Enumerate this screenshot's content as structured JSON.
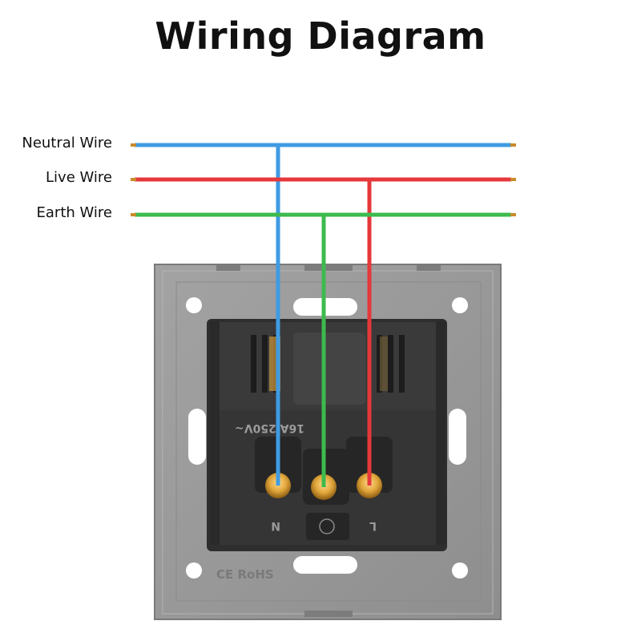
{
  "title": "Wiring Diagram",
  "wires": [
    {
      "label": "Neutral Wire",
      "color": "#3f9be3"
    },
    {
      "label": "Live Wire",
      "color": "#e5383b"
    },
    {
      "label": "Earth Wire",
      "color": "#3dba4e"
    }
  ],
  "socket": {
    "rating": "16A 250V~",
    "neutral_terminal": "N",
    "live_terminal": "L",
    "marks": "CE RoHS"
  }
}
